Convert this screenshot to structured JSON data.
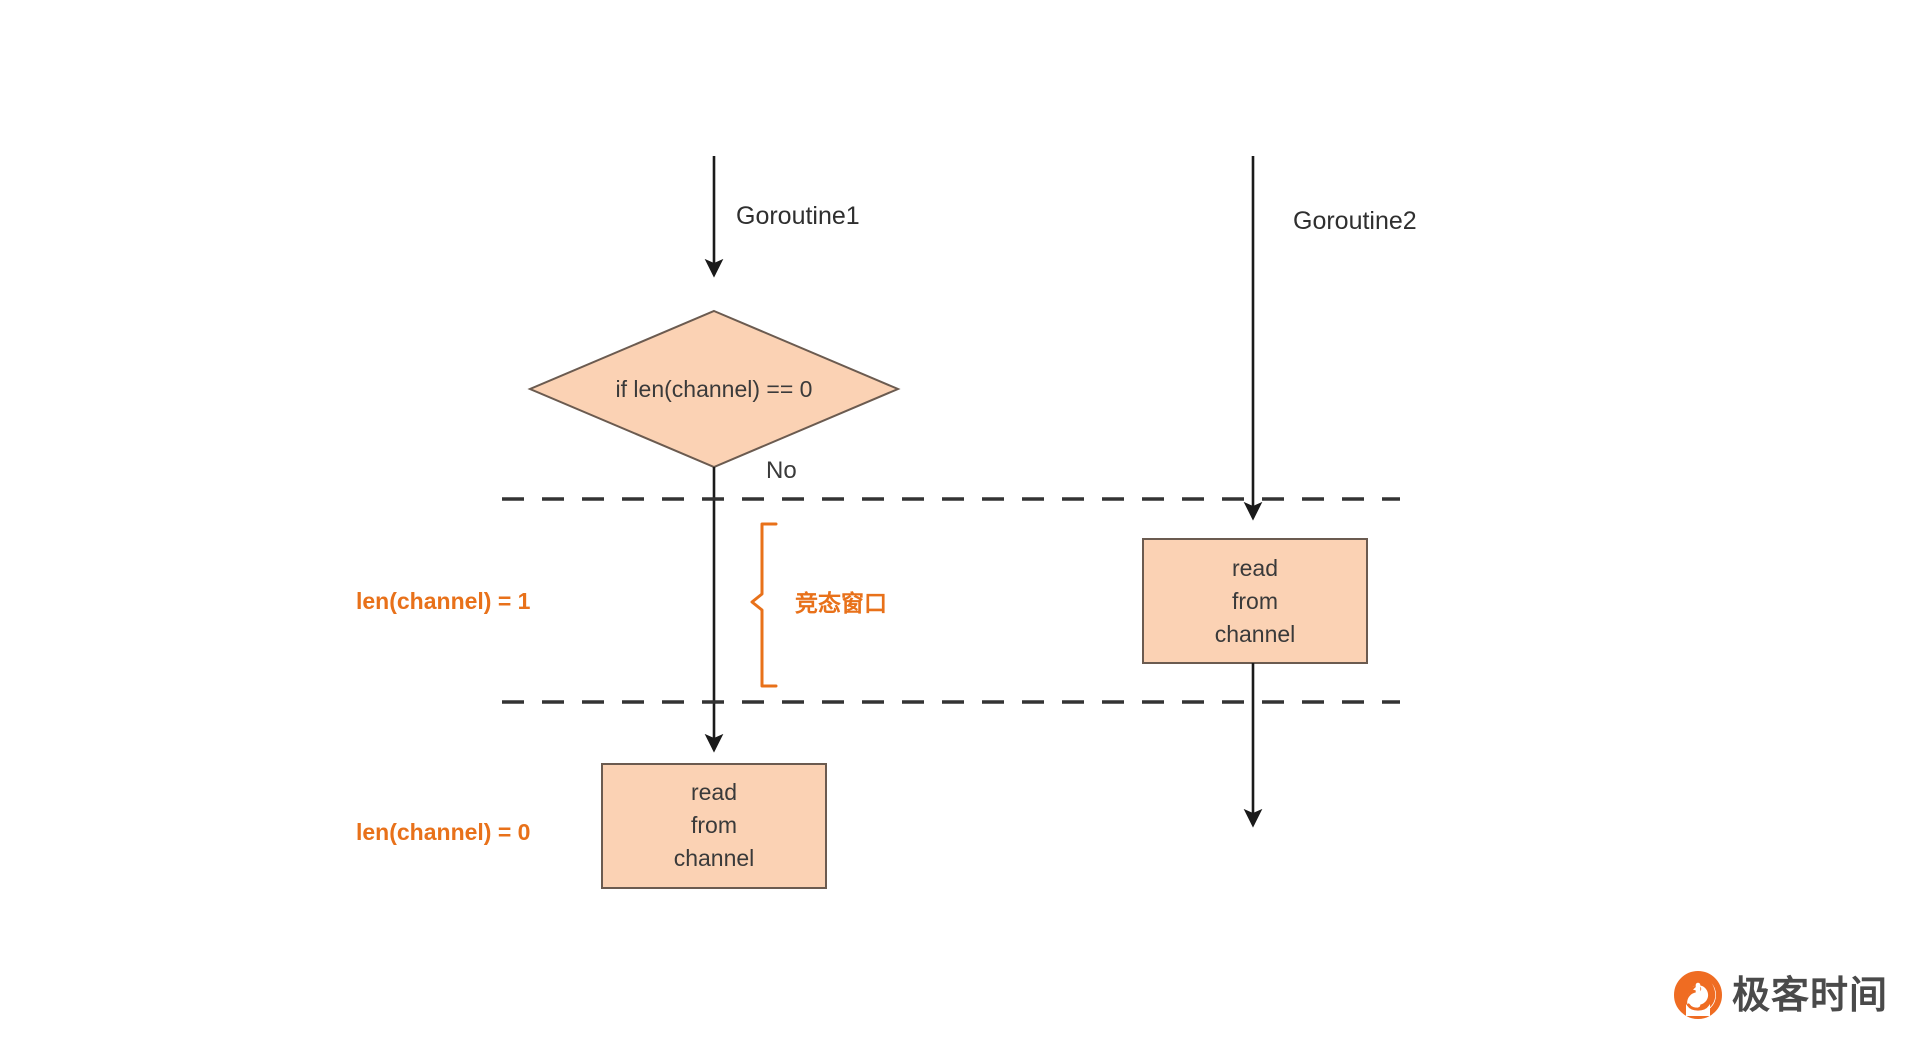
{
  "diagram": {
    "type": "flowchart",
    "title": "Goroutine channel race window flowchart",
    "background_color": "#ffffff",
    "palette": {
      "node_fill": "#fbd2b4",
      "node_stroke": "#6b5b50",
      "line": "#1a1a1a",
      "accent_orange": "#e8711a",
      "text_dark": "#3a3a3a"
    },
    "lanes": [
      {
        "id": "lane1",
        "label": "Goroutine1"
      },
      {
        "id": "lane2",
        "label": "Goroutine2"
      }
    ],
    "nodes": [
      {
        "id": "decision",
        "shape": "diamond",
        "lane": "lane1",
        "text": "if len(channel) == 0"
      },
      {
        "id": "read-right",
        "shape": "rect",
        "lane": "lane2",
        "lines": [
          "read",
          "from",
          "channel"
        ]
      },
      {
        "id": "read-left",
        "shape": "rect",
        "lane": "lane1",
        "lines": [
          "read",
          "from",
          "channel"
        ]
      }
    ],
    "edge_labels": [
      {
        "id": "no-branch",
        "text": "No"
      }
    ],
    "annotations": [
      {
        "id": "state-top",
        "text": "len(channel) = 1",
        "color": "#e8711a"
      },
      {
        "id": "state-bottom",
        "text": "len(channel) = 0",
        "color": "#e8711a"
      },
      {
        "id": "race-window",
        "text": "竞态窗口",
        "color": "#e8711a"
      }
    ],
    "dividers": [
      {
        "id": "divider-top",
        "style": "dashed"
      },
      {
        "id": "divider-bottom",
        "style": "dashed"
      }
    ]
  },
  "watermark": {
    "text": "极客时间",
    "logo_color": "#ef6c22"
  }
}
